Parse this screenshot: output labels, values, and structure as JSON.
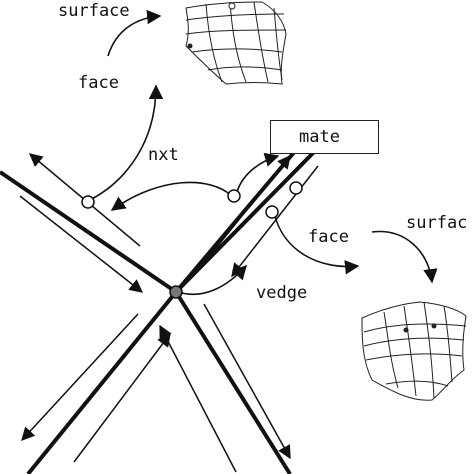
{
  "labels": {
    "surface_top": "surface",
    "face_top": "face",
    "nxt": "nxt",
    "mate": "mate",
    "face_right": "face",
    "surface_right": "surfac",
    "vedge": "vedge"
  },
  "colors": {
    "ink": "#111111",
    "vertex_fill": "#777777",
    "node_fill": "#ffffff"
  }
}
